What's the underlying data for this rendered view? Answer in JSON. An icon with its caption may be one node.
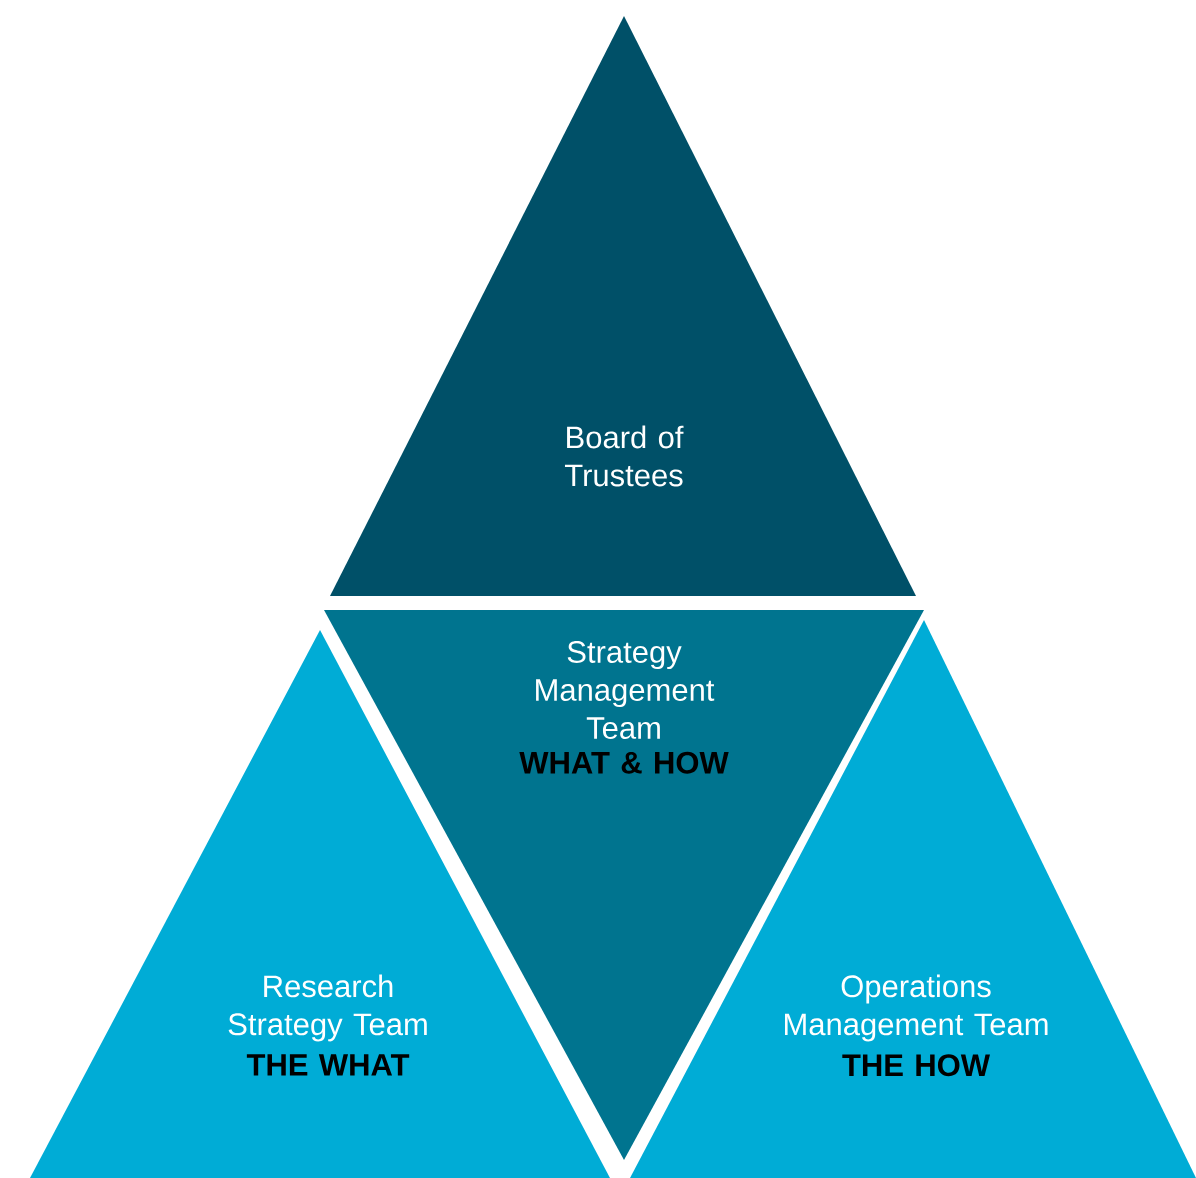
{
  "diagram": {
    "nodes": [
      {
        "text": [
          "Board of Trustees"
        ]
      },
      {
        "text": [
          "Strategy Management Team",
          "WHAT & HOW"
        ]
      },
      {
        "text": [
          "Research Strategy Team",
          "THE WHAT"
        ]
      },
      {
        "text": [
          "Operations Management Team",
          "THE HOW"
        ]
      }
    ]
  }
}
